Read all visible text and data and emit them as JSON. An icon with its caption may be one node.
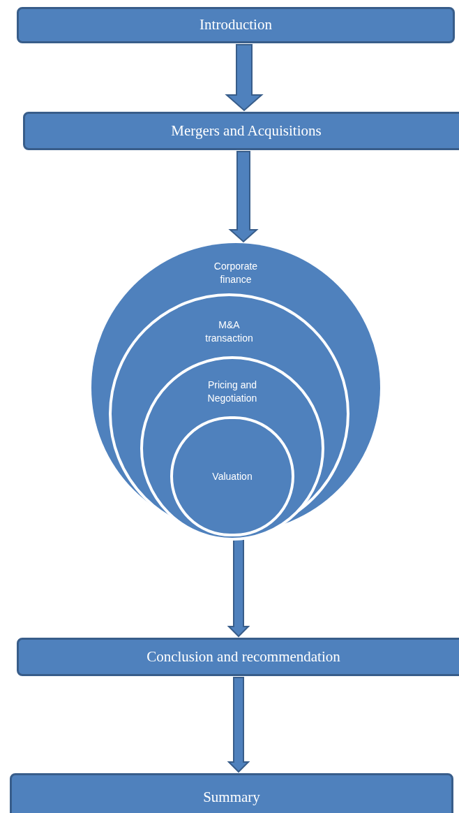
{
  "diagram": {
    "nodes": [
      {
        "text": [
          "Introduction"
        ]
      },
      {
        "text": [
          "Mergers and Acquisitions"
        ]
      },
      {
        "text": [
          "Corporate finance"
        ]
      },
      {
        "text": [
          "M&A transaction"
        ],
        "in": 2
      },
      {
        "text": [
          "Pricing and Negotiation"
        ],
        "in": 3
      },
      {
        "text": [
          "Valuation"
        ],
        "in": 4
      },
      {
        "text": [
          "Conclusion and recommendation"
        ]
      },
      {
        "text": [
          "Summary"
        ]
      }
    ],
    "edges": [
      {
        "from": 0,
        "to": 1,
        "arrow": "to"
      },
      {
        "from": 1,
        "to": 2,
        "arrow": "to"
      },
      {
        "from": 2,
        "to": 6,
        "arrow": "to"
      },
      {
        "from": 6,
        "to": 7,
        "arrow": "to"
      }
    ]
  }
}
